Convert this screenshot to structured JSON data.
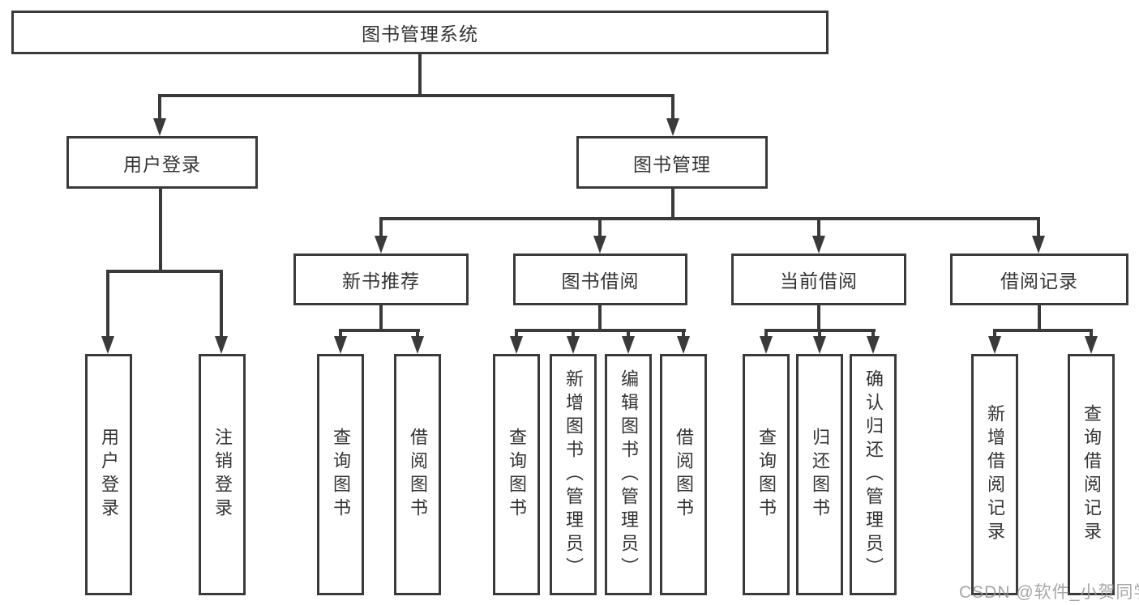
{
  "diagram": {
    "root": "图书管理系统",
    "level2": [
      "用户登录",
      "图书管理"
    ],
    "level3": [
      "新书推荐",
      "图书借阅",
      "当前借阅",
      "借阅记录"
    ],
    "leaves": {
      "login": [
        "用户登录",
        "注销登录"
      ],
      "new_book": [
        "查询图书",
        "借阅图书"
      ],
      "borrow": [
        "查询图书",
        "新增图书（管理员）",
        "编辑图书（管理员）",
        "借阅图书"
      ],
      "current": [
        "查询图书",
        "归还图书",
        "确认归还（管理员）"
      ],
      "records": [
        "新增借阅记录",
        "查询借阅记录"
      ]
    },
    "colors": {
      "line": "#3a3a3a",
      "text": "#333333",
      "background": "#ffffff",
      "watermark": "#969696"
    }
  },
  "watermark": {
    "text": "CSDN @软件_小贺同学"
  }
}
